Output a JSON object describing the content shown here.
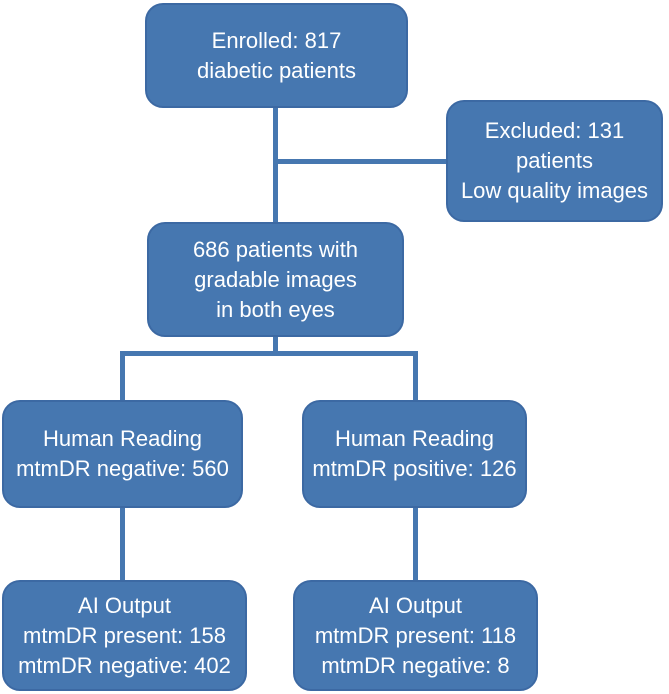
{
  "colors": {
    "box_fill": "#4677b0",
    "box_border": "#3c69a3",
    "connector": "#4677b0",
    "text_color": "#ffffff",
    "page_bg": "#ffffff"
  },
  "nodes": {
    "enrolled": {
      "id": "enrolled",
      "lines": [
        "Enrolled: 817",
        "diabetic patients"
      ]
    },
    "excluded": {
      "id": "excluded",
      "lines": [
        "Excluded: 131",
        "patients",
        "Low quality images"
      ]
    },
    "gradable": {
      "id": "gradable",
      "lines": [
        "686 patients with",
        "gradable images",
        "in both eyes"
      ]
    },
    "human_reading_negative": {
      "id": "human-reading-negative",
      "lines": [
        "Human Reading",
        "mtmDR negative: 560"
      ]
    },
    "human_reading_positive": {
      "id": "human-reading-positive",
      "lines": [
        "Human Reading",
        "mtmDR positive: 126"
      ]
    },
    "ai_output_left": {
      "id": "ai-output-left",
      "lines": [
        "AI Output",
        "mtmDR present: 158",
        "mtmDR negative: 402"
      ]
    },
    "ai_output_right": {
      "id": "ai-output-right",
      "lines": [
        "AI Output",
        "mtmDR present: 118",
        "mtmDR negative: 8"
      ]
    }
  },
  "edges": [
    {
      "from": "enrolled",
      "to": "gradable"
    },
    {
      "from": "enrolled",
      "to": "excluded"
    },
    {
      "from": "gradable",
      "to": "human-reading-negative"
    },
    {
      "from": "gradable",
      "to": "human-reading-positive"
    },
    {
      "from": "human-reading-negative",
      "to": "ai-output-left"
    },
    {
      "from": "human-reading-positive",
      "to": "ai-output-right"
    }
  ]
}
